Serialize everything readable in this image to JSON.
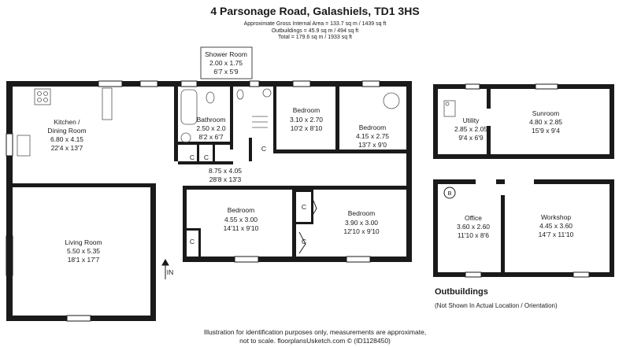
{
  "header": {
    "title": "4 Parsonage Road, Galashiels, TD1 3HS",
    "area_lines": [
      "Approximate Gross Internal Area = 133.7 sq m / 1439 sq ft",
      "Outbuildings = 45.9 sq m / 494 sq ft",
      "Total = 179.6 sq m / 1933 sq ft"
    ]
  },
  "rooms": {
    "shower": {
      "name": "Shower Room",
      "metric": "2.00 x 1.75",
      "imperial": "6'7 x 5'9"
    },
    "kitchen": {
      "name1": "Kitchen /",
      "name2": "Dining Room",
      "metric": "6.80 x 4.15",
      "imperial": "22'4 x 13'7"
    },
    "bathroom": {
      "name": "Bathroom",
      "metric": "2.50 x 2.0",
      "imperial": "8'2 x 6'7"
    },
    "bed_top_center": {
      "name": "Bedroom",
      "metric": "3.10 x 2.70",
      "imperial": "10'2 x 8'10"
    },
    "bed_top_right": {
      "name": "Bedroom",
      "metric": "4.15 x 2.75",
      "imperial": "13'7 x 9'0"
    },
    "hall": {
      "metric": "8.75 x 4.05",
      "imperial": "28'8 x 13'3"
    },
    "living": {
      "name": "Living Room",
      "metric": "5.50 x 5.35",
      "imperial": "18'1 x 17'7"
    },
    "bed_bottom_left": {
      "name": "Bedroom",
      "metric": "4.55 x 3.00",
      "imperial": "14'11 x 9'10"
    },
    "bed_bottom_right": {
      "name": "Bedroom",
      "metric": "3.90 x 3.00",
      "imperial": "12'10 x 9'10"
    }
  },
  "outbuildings": {
    "utility": {
      "name": "Utility",
      "metric": "2.85 x 2.05",
      "imperial": "9'4 x 6'9"
    },
    "sunroom": {
      "name": "Sunroom",
      "metric": "4.80 x 2.85",
      "imperial": "15'9 x 9'4"
    },
    "office": {
      "name": "Office",
      "metric": "3.60 x 2.60",
      "imperial": "11'10 x 8'6"
    },
    "workshop": {
      "name": "Workshop",
      "metric": "4.45 x 3.60",
      "imperial": "14'7 x 11'10"
    },
    "heading": "Outbuildings",
    "note": "(Not Shown In Actual Location / Orientation)"
  },
  "labels": {
    "cupboard": "C",
    "entrance": "IN",
    "boiler": "B"
  },
  "footer": {
    "line1": "Illustration for identification purposes only, measurements are approximate,",
    "line2": "not to scale. floorplansUsketch.com © (ID1128450)"
  }
}
